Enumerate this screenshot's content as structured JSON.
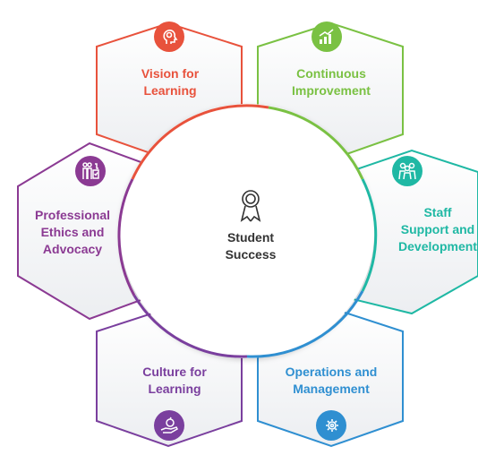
{
  "center": {
    "title": "Student\nSuccess",
    "icon": "award-ribbon-icon",
    "color": "#333333"
  },
  "segments": [
    {
      "id": "vision",
      "label": "Vision for\nLearning",
      "color": "#e8523c",
      "icon": "head-lightbulb-icon"
    },
    {
      "id": "continuous",
      "label": "Continuous\nImprovement",
      "color": "#7ac143",
      "icon": "growth-chart-icon"
    },
    {
      "id": "staff",
      "label": "Staff\nSupport and\nDevelopment",
      "color": "#1fb8a4",
      "icon": "team-people-icon"
    },
    {
      "id": "operations",
      "label": "Operations and\nManagement",
      "color": "#2f8fd1",
      "icon": "gear-head-icon"
    },
    {
      "id": "culture",
      "label": "Culture for\nLearning",
      "color": "#7a3f9e",
      "icon": "apple-hand-icon"
    },
    {
      "id": "ethics",
      "label": "Professional\nEthics and\nAdvocacy",
      "color": "#8b3a93",
      "icon": "people-checklist-icon"
    }
  ]
}
